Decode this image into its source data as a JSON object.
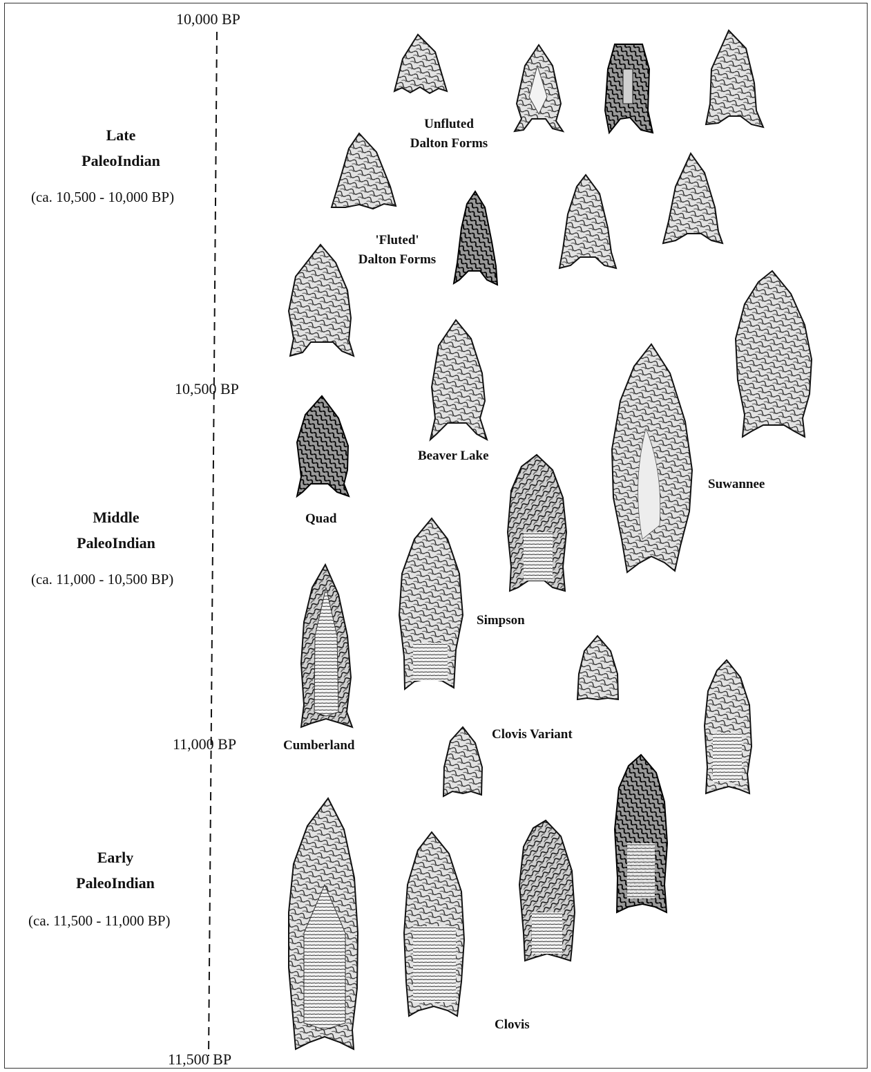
{
  "timeline": {
    "ticks": [
      "10,000 BP",
      "10,500 BP",
      "11,000 BP",
      "11,500 BP"
    ]
  },
  "periods": [
    {
      "name_line1": "Late",
      "name_line2": "PaleoIndian",
      "range": "(ca. 10,500 - 10,000 BP)"
    },
    {
      "name_line1": "Middle",
      "name_line2": "PaleoIndian",
      "range": "(ca. 11,000 - 10,500 BP)"
    },
    {
      "name_line1": "Early",
      "name_line2": "PaleoIndian",
      "range": "(ca. 11,500 - 11,000 BP)"
    }
  ],
  "point_types": {
    "unfluted_dalton": {
      "line1": "Unfluted",
      "line2": "Dalton Forms"
    },
    "fluted_dalton": {
      "line1": "'Fluted'",
      "line2": "Dalton Forms"
    },
    "beaver_lake": "Beaver Lake",
    "suwannee": "Suwannee",
    "quad": "Quad",
    "simpson": "Simpson",
    "cumberland": "Cumberland",
    "clovis_variant": "Clovis Variant",
    "clovis": "Clovis"
  }
}
